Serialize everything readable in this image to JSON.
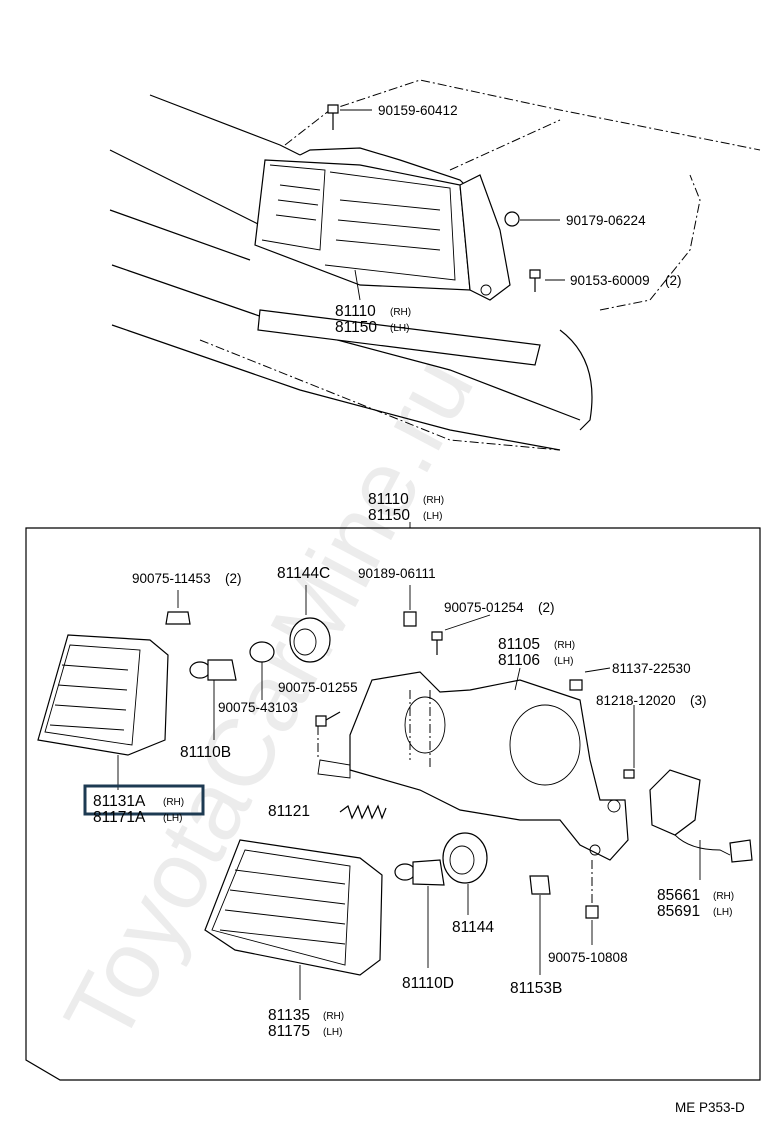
{
  "top_view": {
    "bolt_label": "90159-60412",
    "nut_label": "90179-06224",
    "screw_label": "90153-60009",
    "screw_qty": "(2)",
    "assy_rh": "81110",
    "assy_lh": "81150"
  },
  "assembly_box": {
    "title_rh": "81110",
    "title_lh": "81150"
  },
  "tags": {
    "rh": "(RH)",
    "lh": "(LH)"
  },
  "parts": {
    "clip_label": "90075-11453",
    "clip_qty": "(2)",
    "socket_label": "81144C",
    "grommet_label": "90189-06111",
    "screw_label": "90075-01254",
    "screw_qty": "(2)",
    "bracket_rh": "81105",
    "bracket_lh": "81106",
    "clip2_label": "81137-22530",
    "screw2_label": "81218-12020",
    "screw2_qty": "(3)",
    "screw3_label": "90075-01255",
    "bulb_socket_label": "90075-43103",
    "bulb_b_label": "81110B",
    "spring_label": "81121",
    "corner_rh": "81131A",
    "corner_lh": "81171A",
    "socket2_label": "81144",
    "actuator_rh": "85661",
    "actuator_lh": "85691",
    "headlamp_rh": "81135",
    "headlamp_lh": "81175",
    "bulb_d_label": "81110D",
    "cap_label": "81153B",
    "bolt_label": "90075-10808"
  },
  "watermark": "ToyotaCarMine.ru",
  "page_code": "ME P353-D"
}
